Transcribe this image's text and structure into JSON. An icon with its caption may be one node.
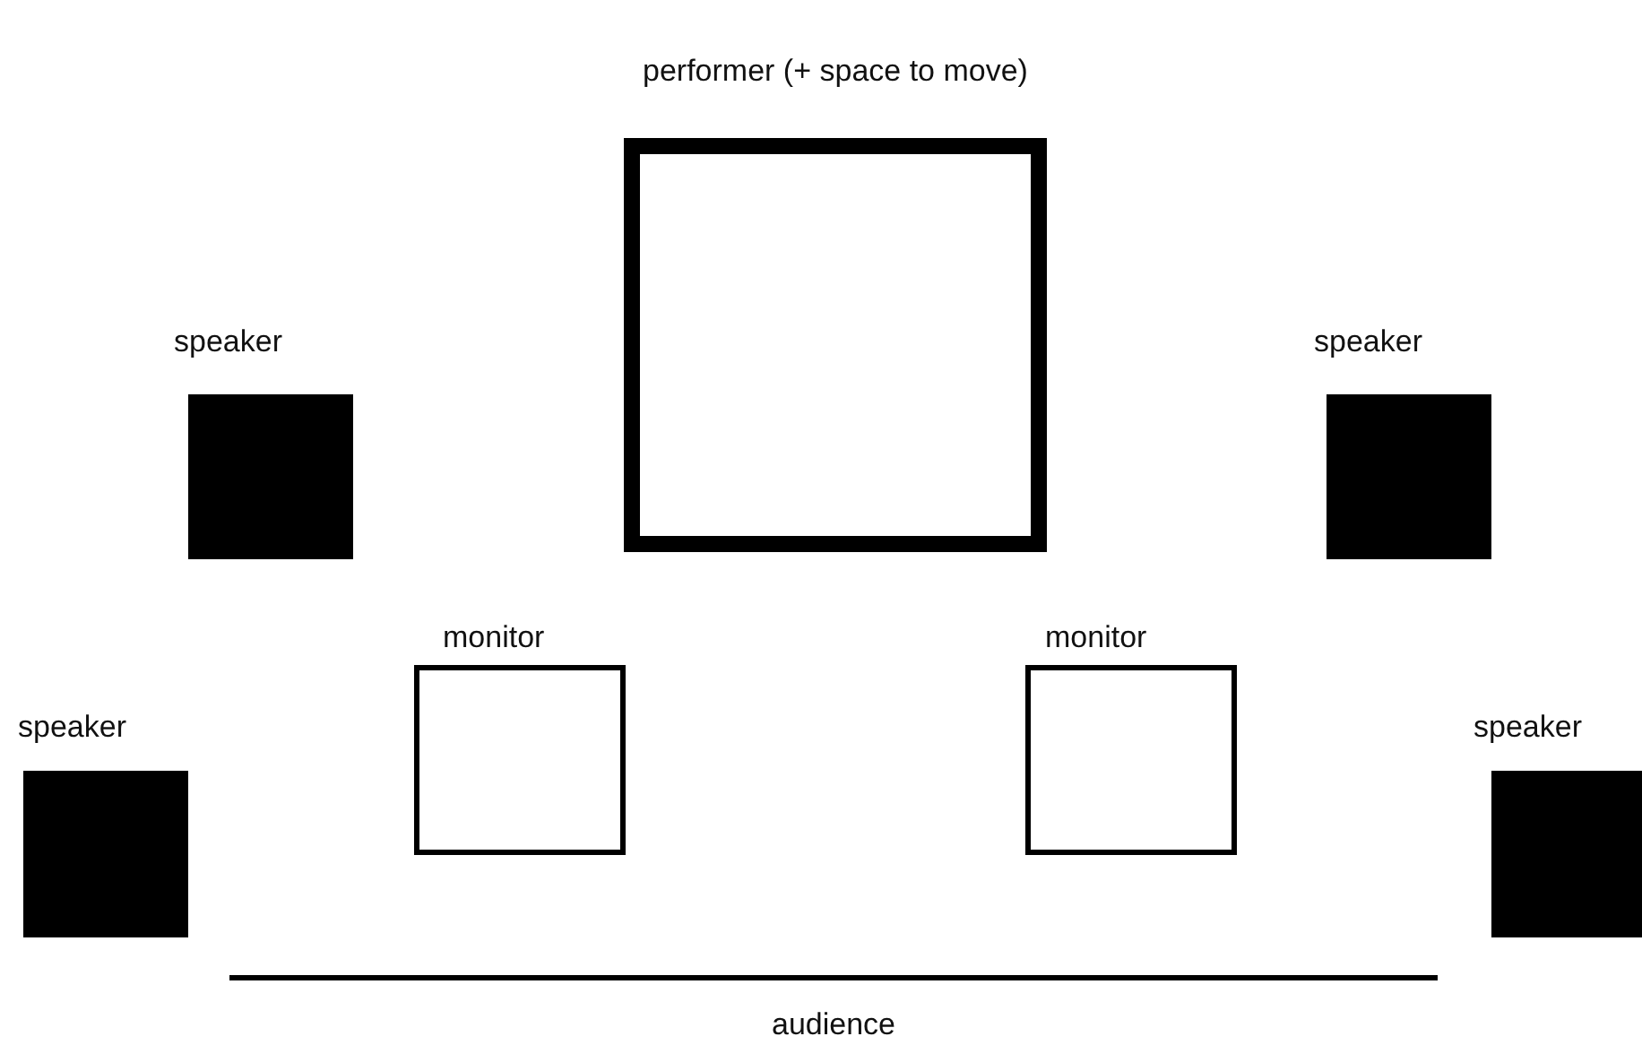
{
  "diagram": {
    "nodes": [
      {
        "text": [
          "performer (+ space to move)"
        ]
      },
      {
        "text": [
          "speaker"
        ]
      },
      {
        "text": [
          "speaker"
        ]
      },
      {
        "text": [
          "monitor"
        ]
      },
      {
        "text": [
          "monitor"
        ]
      },
      {
        "text": [
          "speaker"
        ]
      },
      {
        "text": [
          "speaker"
        ]
      }
    ],
    "labels": [
      "audience"
    ]
  }
}
